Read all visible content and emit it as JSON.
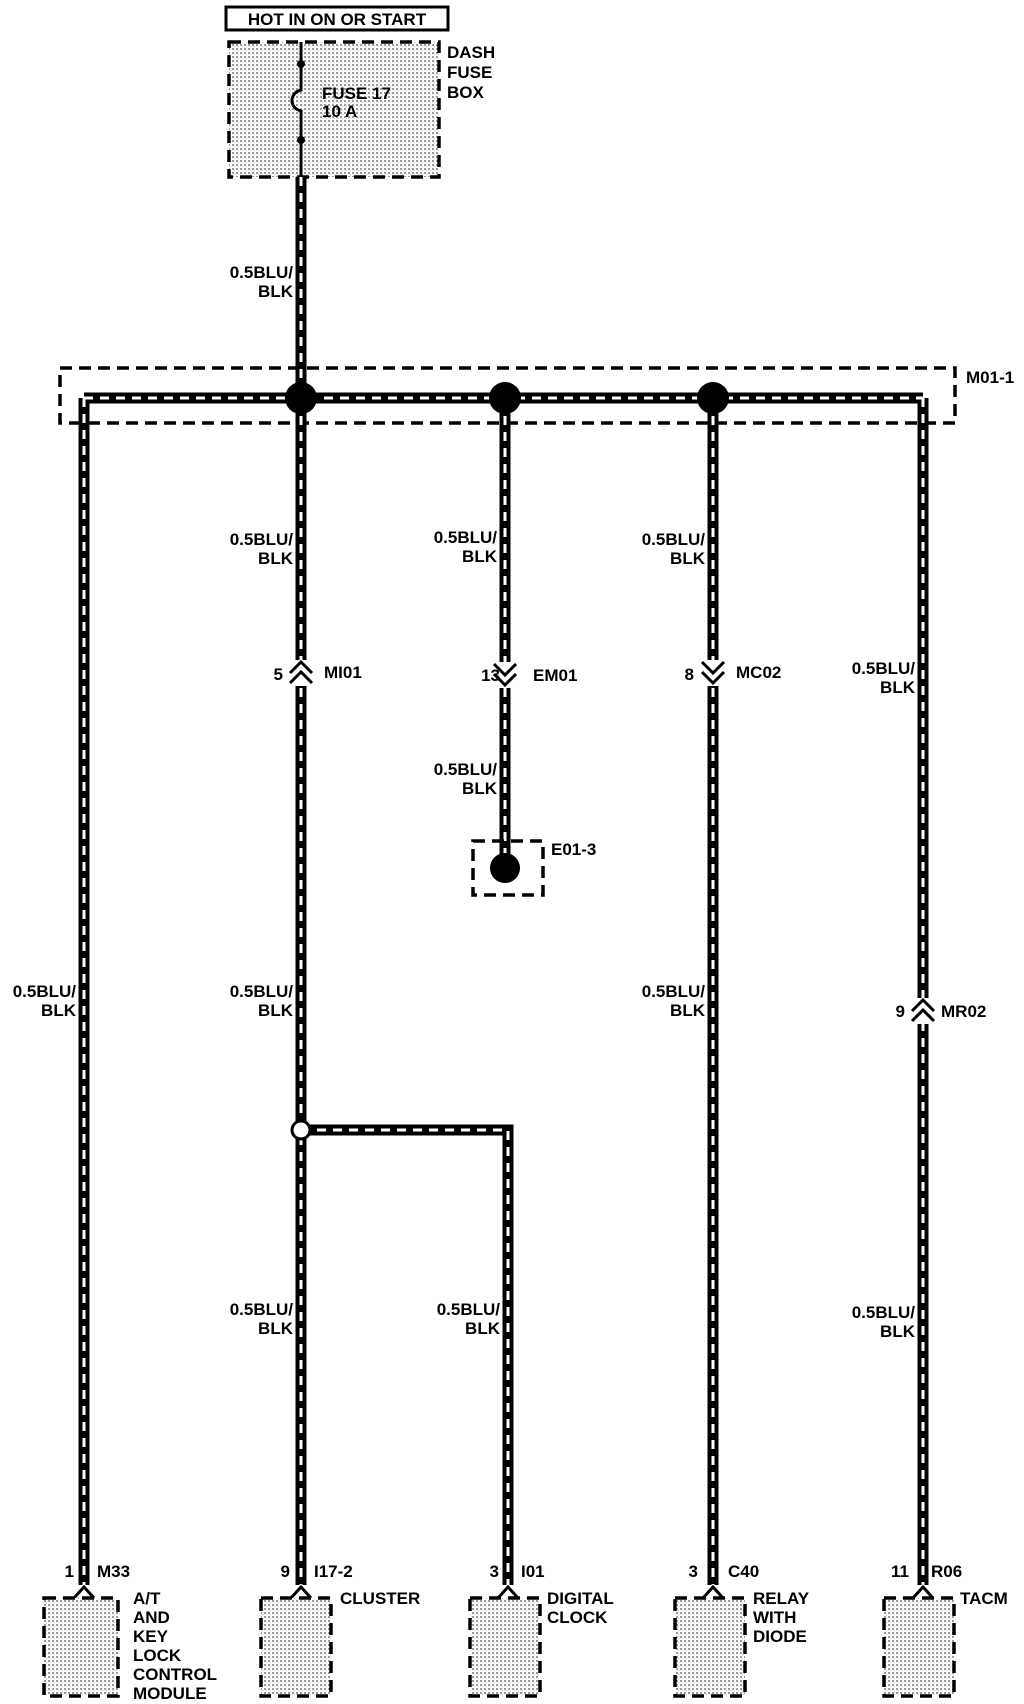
{
  "header": "HOT IN ON OR START",
  "fuse_box": {
    "name_lines": [
      "DASH",
      "FUSE",
      "BOX"
    ],
    "fuse_lines": [
      "FUSE 17",
      "10 A"
    ]
  },
  "wire_label": [
    "0.5BLU/",
    "BLK"
  ],
  "splice": "M01-1",
  "connectors": {
    "mi01": {
      "pin": "5",
      "name": "MI01"
    },
    "em01": {
      "pin": "13",
      "name": "EM01"
    },
    "mc02": {
      "pin": "8",
      "name": "MC02"
    },
    "mr02": {
      "pin": "9",
      "name": "MR02"
    }
  },
  "ground": "E01-3",
  "components": [
    {
      "pin": "1",
      "connector": "M33",
      "name_lines": [
        "A/T",
        "AND",
        "KEY",
        "LOCK",
        "CONTROL",
        "MODULE"
      ]
    },
    {
      "pin": "9",
      "connector": "I17-2",
      "name_lines": [
        "CLUSTER"
      ]
    },
    {
      "pin": "3",
      "connector": "I01",
      "name_lines": [
        "DIGITAL",
        "CLOCK"
      ]
    },
    {
      "pin": "3",
      "connector": "C40",
      "name_lines": [
        "RELAY",
        "WITH",
        "DIODE"
      ]
    },
    {
      "pin": "11",
      "connector": "R06",
      "name_lines": [
        "TACM"
      ]
    }
  ]
}
